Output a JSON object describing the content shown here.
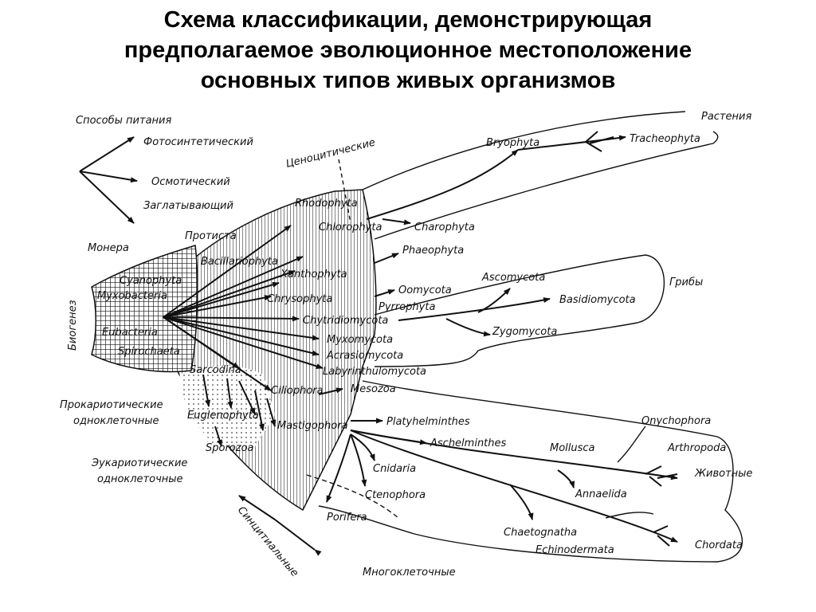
{
  "title": {
    "line1": "Схема классификации, демонстрирующая",
    "line2": "предполагаемое эволюционное местоположение",
    "line3": "основных типов живых организмов"
  },
  "modes": {
    "heading": "Способы питания",
    "photo": "Фотосинтетический",
    "osmo": "Осмотический",
    "ingest": "Заглатывающий"
  },
  "groups": {
    "monera": "Монера",
    "protista": "Протиста",
    "cenocytic": "Ценоцитические",
    "plants": "Растения",
    "fungi": "Грибы",
    "animals": "Животные",
    "biogenesis": "Биогенез",
    "prokaryotic_1": "Прокариотические",
    "prokaryotic_2": "одноклеточные",
    "eukaryotic_1": "Эукариотические",
    "eukaryotic_2": "одноклеточные",
    "syncytial": "Синцитиальные",
    "multicellular": "Многоклеточные"
  },
  "monera": {
    "cyanophyta": "Cyanophyta",
    "myxobacteria": "Myxobacteria",
    "eubacteria": "Eubacteria",
    "spirochaeta": "Spirochaeta"
  },
  "protista": {
    "rhodophyta": "Rhodophyta",
    "chlorophyta": "Chlorophyta",
    "bacillariophyta": "Bacillariophyta",
    "xanthophyta": "Xanthophyta",
    "chrysophyta": "Chrysophyta",
    "chytridiomycota": "Chytridiomycota",
    "myxomycota": "Myxomycota",
    "acrasiomycota": "Acrasiomycota",
    "labyrinthulomycota": "Labyrinthulomycota",
    "sarcodina": "Sarcodina",
    "ciliophora": "Ciliophora",
    "euglenophyta": "Euglenophyta",
    "mastigophora": "Mastigophora",
    "sporozoa": "Sporozoa"
  },
  "plants": {
    "bryophyta": "Bryophyta",
    "tracheophyta": "Tracheophyta",
    "charophyta": "Charophyta",
    "phaeophyta": "Phaeophyta"
  },
  "fungi": {
    "oomycota": "Oomycota",
    "pyrrophyta": "Pyrrophyta",
    "ascomycota": "Ascomycota",
    "basidiomycota": "Basidiomycota",
    "zygomycota": "Zygomycota"
  },
  "animals": {
    "mesozoa": "Mesozoa",
    "platyhelminthes": "Platyhelminthes",
    "aschelminthes": "Aschelminthes",
    "cnidaria": "Cnidaria",
    "ctenophora": "Ctenophora",
    "porifera": "Porifera",
    "mollusca": "Mollusca",
    "onychophora": "Onychophora",
    "arthropoda": "Arthropoda",
    "annaelida": "Annaelida",
    "chaetognatha": "Chaetognatha",
    "echinodermata": "Echinodermata",
    "chordata": "Chordata"
  }
}
